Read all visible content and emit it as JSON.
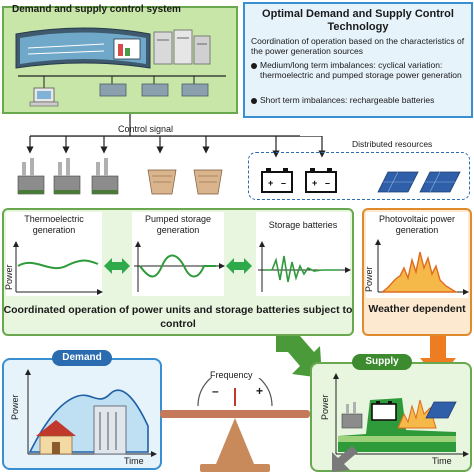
{
  "control_system": {
    "title": "Demand and supply control system"
  },
  "technology": {
    "title": "Optimal Demand and Supply Control Technology",
    "description": "Coordination of operation based on the characteristics of the power generation sources",
    "bullets": [
      "Medium/long term imbalances: cyclical variation: thermoelectric and pumped storage power generation",
      "Short term imbalances: rechargeable batteries"
    ]
  },
  "control_signal": "Control signal",
  "distributed_resources": "Distributed resources",
  "coordination": {
    "panels": [
      {
        "label": "Thermoelectric generation"
      },
      {
        "label": "Pumped storage generation"
      },
      {
        "label": "Storage batteries"
      }
    ],
    "axis_label": "Power",
    "caption": "Coordinated operation of power units and storage batteries subject to control"
  },
  "weather": {
    "panel_label": "Photovoltaic power generation",
    "axis_label": "Power",
    "caption": "Weather dependent"
  },
  "demand": {
    "badge": "Demand",
    "y_label": "Power",
    "x_label": "Time"
  },
  "frequency": {
    "label": "Frequency",
    "minus": "–",
    "plus": "+"
  },
  "supply": {
    "badge": "Supply",
    "y_label": "Power",
    "x_label": "Time"
  },
  "colors": {
    "green_border": "#6aa84f",
    "green_fill": "#c8e6a8",
    "blue_border": "#3a8fd0",
    "blue_fill": "#e6f3fb",
    "orange_border": "#e08a2e",
    "orange_fill": "#fde9cf",
    "double_arrow": "#2eaa4a"
  },
  "icons": [
    "monitor-wall-icon",
    "computer-icon",
    "server-rack-icon",
    "power-plant-icon",
    "dam-icon",
    "battery-icon",
    "solar-panel-icon",
    "house-icon",
    "office-building-icon",
    "balance-scale-icon",
    "double-arrow-icon"
  ]
}
